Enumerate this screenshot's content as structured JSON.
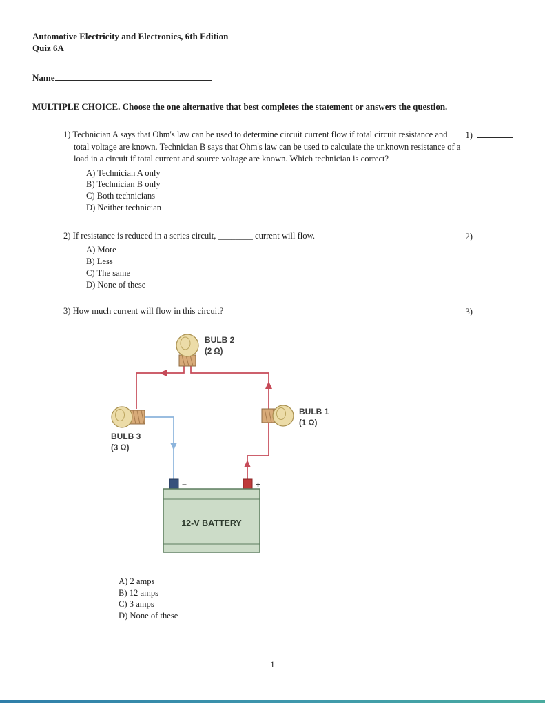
{
  "theme": {
    "text-ink": "#1f1f1f",
    "label-ink": "#3c3c3c",
    "wire-hot": "#c64a58",
    "wire-neutral": "#8cb4dc",
    "bulb-glass": "#ecdca8",
    "bulb-socket": "#d8ab79",
    "battery-fill": "#ccdcc8",
    "battery-stroke": "#5c7d5e",
    "terminal-neg": "#37517c",
    "terminal-pos": "#bf3a3a"
  },
  "header": {
    "title": "Automotive Electricity and Electronics, 6th Edition",
    "quiz_label": "Quiz 6A",
    "name_label": "Name"
  },
  "section": {
    "heading": "MULTIPLE CHOICE.  Choose the one alternative that best completes the statement or answers the question."
  },
  "questions": [
    {
      "number": "1)",
      "text": "Technician A says that Ohm's law can be used to determine circuit current flow if total circuit resistance and total voltage are known. Technician B says that Ohm's law can be used to calculate the unknown resistance of a load in a circuit if total current and source voltage are known. Which technician is correct?",
      "answer_label": "1)",
      "choices": [
        "A) Technician A only",
        "B) Technician B only",
        "C) Both technicians",
        "D) Neither technician"
      ]
    },
    {
      "number": "2)",
      "text": "If resistance is reduced in a series circuit, ________ current will flow.",
      "answer_label": "2)",
      "choices": [
        "A) More",
        "B) Less",
        "C) The same",
        "D) None of these"
      ]
    },
    {
      "number": "3)",
      "text": "How much current will flow in this circuit?",
      "answer_label": "3)",
      "choices": [
        "A) 2 amps",
        "B) 12 amps",
        "C) 3 amps",
        "D) None of these"
      ]
    }
  ],
  "diagram": {
    "bulb1_label": "BULB 1",
    "bulb1_value": "(1 Ω)",
    "bulb2_label": "BULB 2",
    "bulb2_value": "(2 Ω)",
    "bulb3_label": "BULB 3",
    "bulb3_value": "(3 Ω)",
    "battery_label": "12-V BATTERY",
    "minus_sign": "−",
    "plus_sign": "+"
  },
  "footer": {
    "page_number": "1"
  }
}
